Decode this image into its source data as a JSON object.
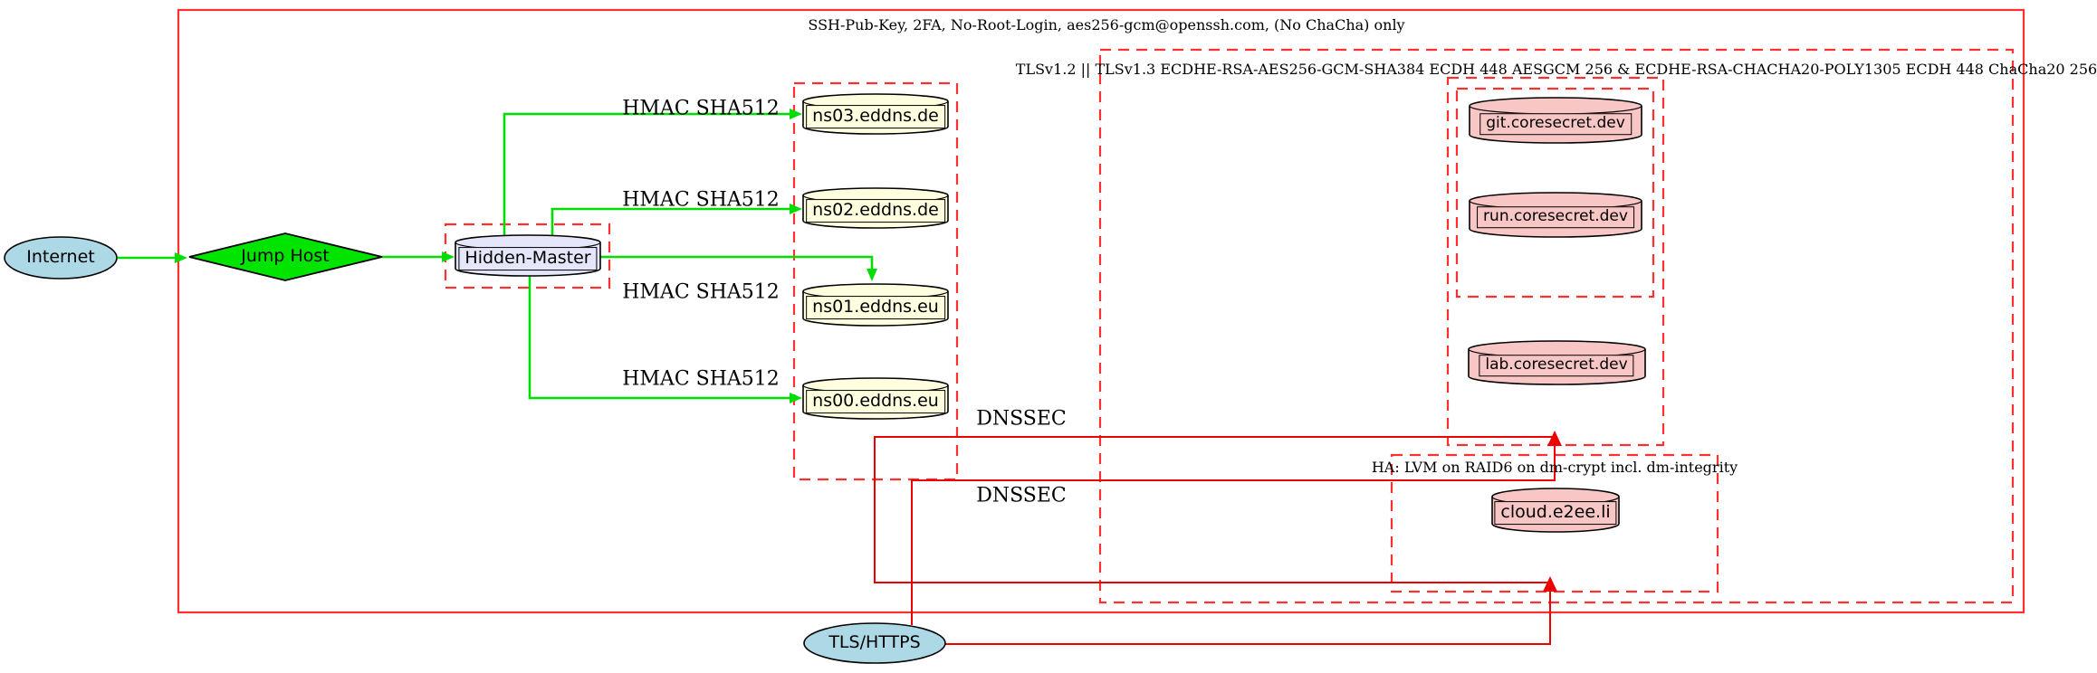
{
  "clusters": {
    "ssh": {
      "label": "SSH-Pub-Key, 2FA, No-Root-Login, aes256-gcm@openssh.com, (No ChaCha) only"
    },
    "tls": {
      "label": "TLSv1.2 || TLSv1.3 ECDHE-RSA-AES256-GCM-SHA384 ECDH 448 AESGCM 256 & ECDHE-RSA-CHACHA20-POLY1305 ECDH 448 ChaCha20 256"
    },
    "ha": {
      "label": "HA: LVM on RAID6 on dm-crypt incl. dm-integrity"
    }
  },
  "nodes": {
    "internet": {
      "label": "Internet",
      "shape": "ellipse",
      "fill": "#ADD8E6"
    },
    "jump_host": {
      "label": "Jump Host",
      "shape": "diamond",
      "fill": "#00E400"
    },
    "hidden_master": {
      "label": "Hidden-Master",
      "shape": "cylinder",
      "fill": "#E6E6FA"
    },
    "ns03": {
      "label": "ns03.eddns.de",
      "shape": "cylinder",
      "fill": "#FFFFE0"
    },
    "ns02": {
      "label": "ns02.eddns.de",
      "shape": "cylinder",
      "fill": "#FFFFE0"
    },
    "ns01": {
      "label": "ns01.eddns.eu",
      "shape": "cylinder",
      "fill": "#FFFFE0"
    },
    "ns00": {
      "label": "ns00.eddns.eu",
      "shape": "cylinder",
      "fill": "#FFFFE0"
    },
    "git": {
      "label": "git.coresecret.dev",
      "shape": "cylinder",
      "fill": "#F9C6C6"
    },
    "run": {
      "label": "run.coresecret.dev",
      "shape": "cylinder",
      "fill": "#F9C6C6"
    },
    "lab": {
      "label": "lab.coresecret.dev",
      "shape": "cylinder",
      "fill": "#F9C6C6"
    },
    "cloud": {
      "label": "cloud.e2ee.li",
      "shape": "cylinder",
      "fill": "#F9C6C6"
    },
    "tls_https": {
      "label": "TLS/HTTPS",
      "shape": "ellipse",
      "fill": "#ADD8E6"
    }
  },
  "edge_labels": {
    "hmac": "HMAC SHA512",
    "dnssec": "DNSSEC"
  },
  "colors": {
    "edge_green": "#00DD00",
    "edge_red": "#EF0000",
    "box_red": "#FF3030",
    "outline": "#000000"
  }
}
